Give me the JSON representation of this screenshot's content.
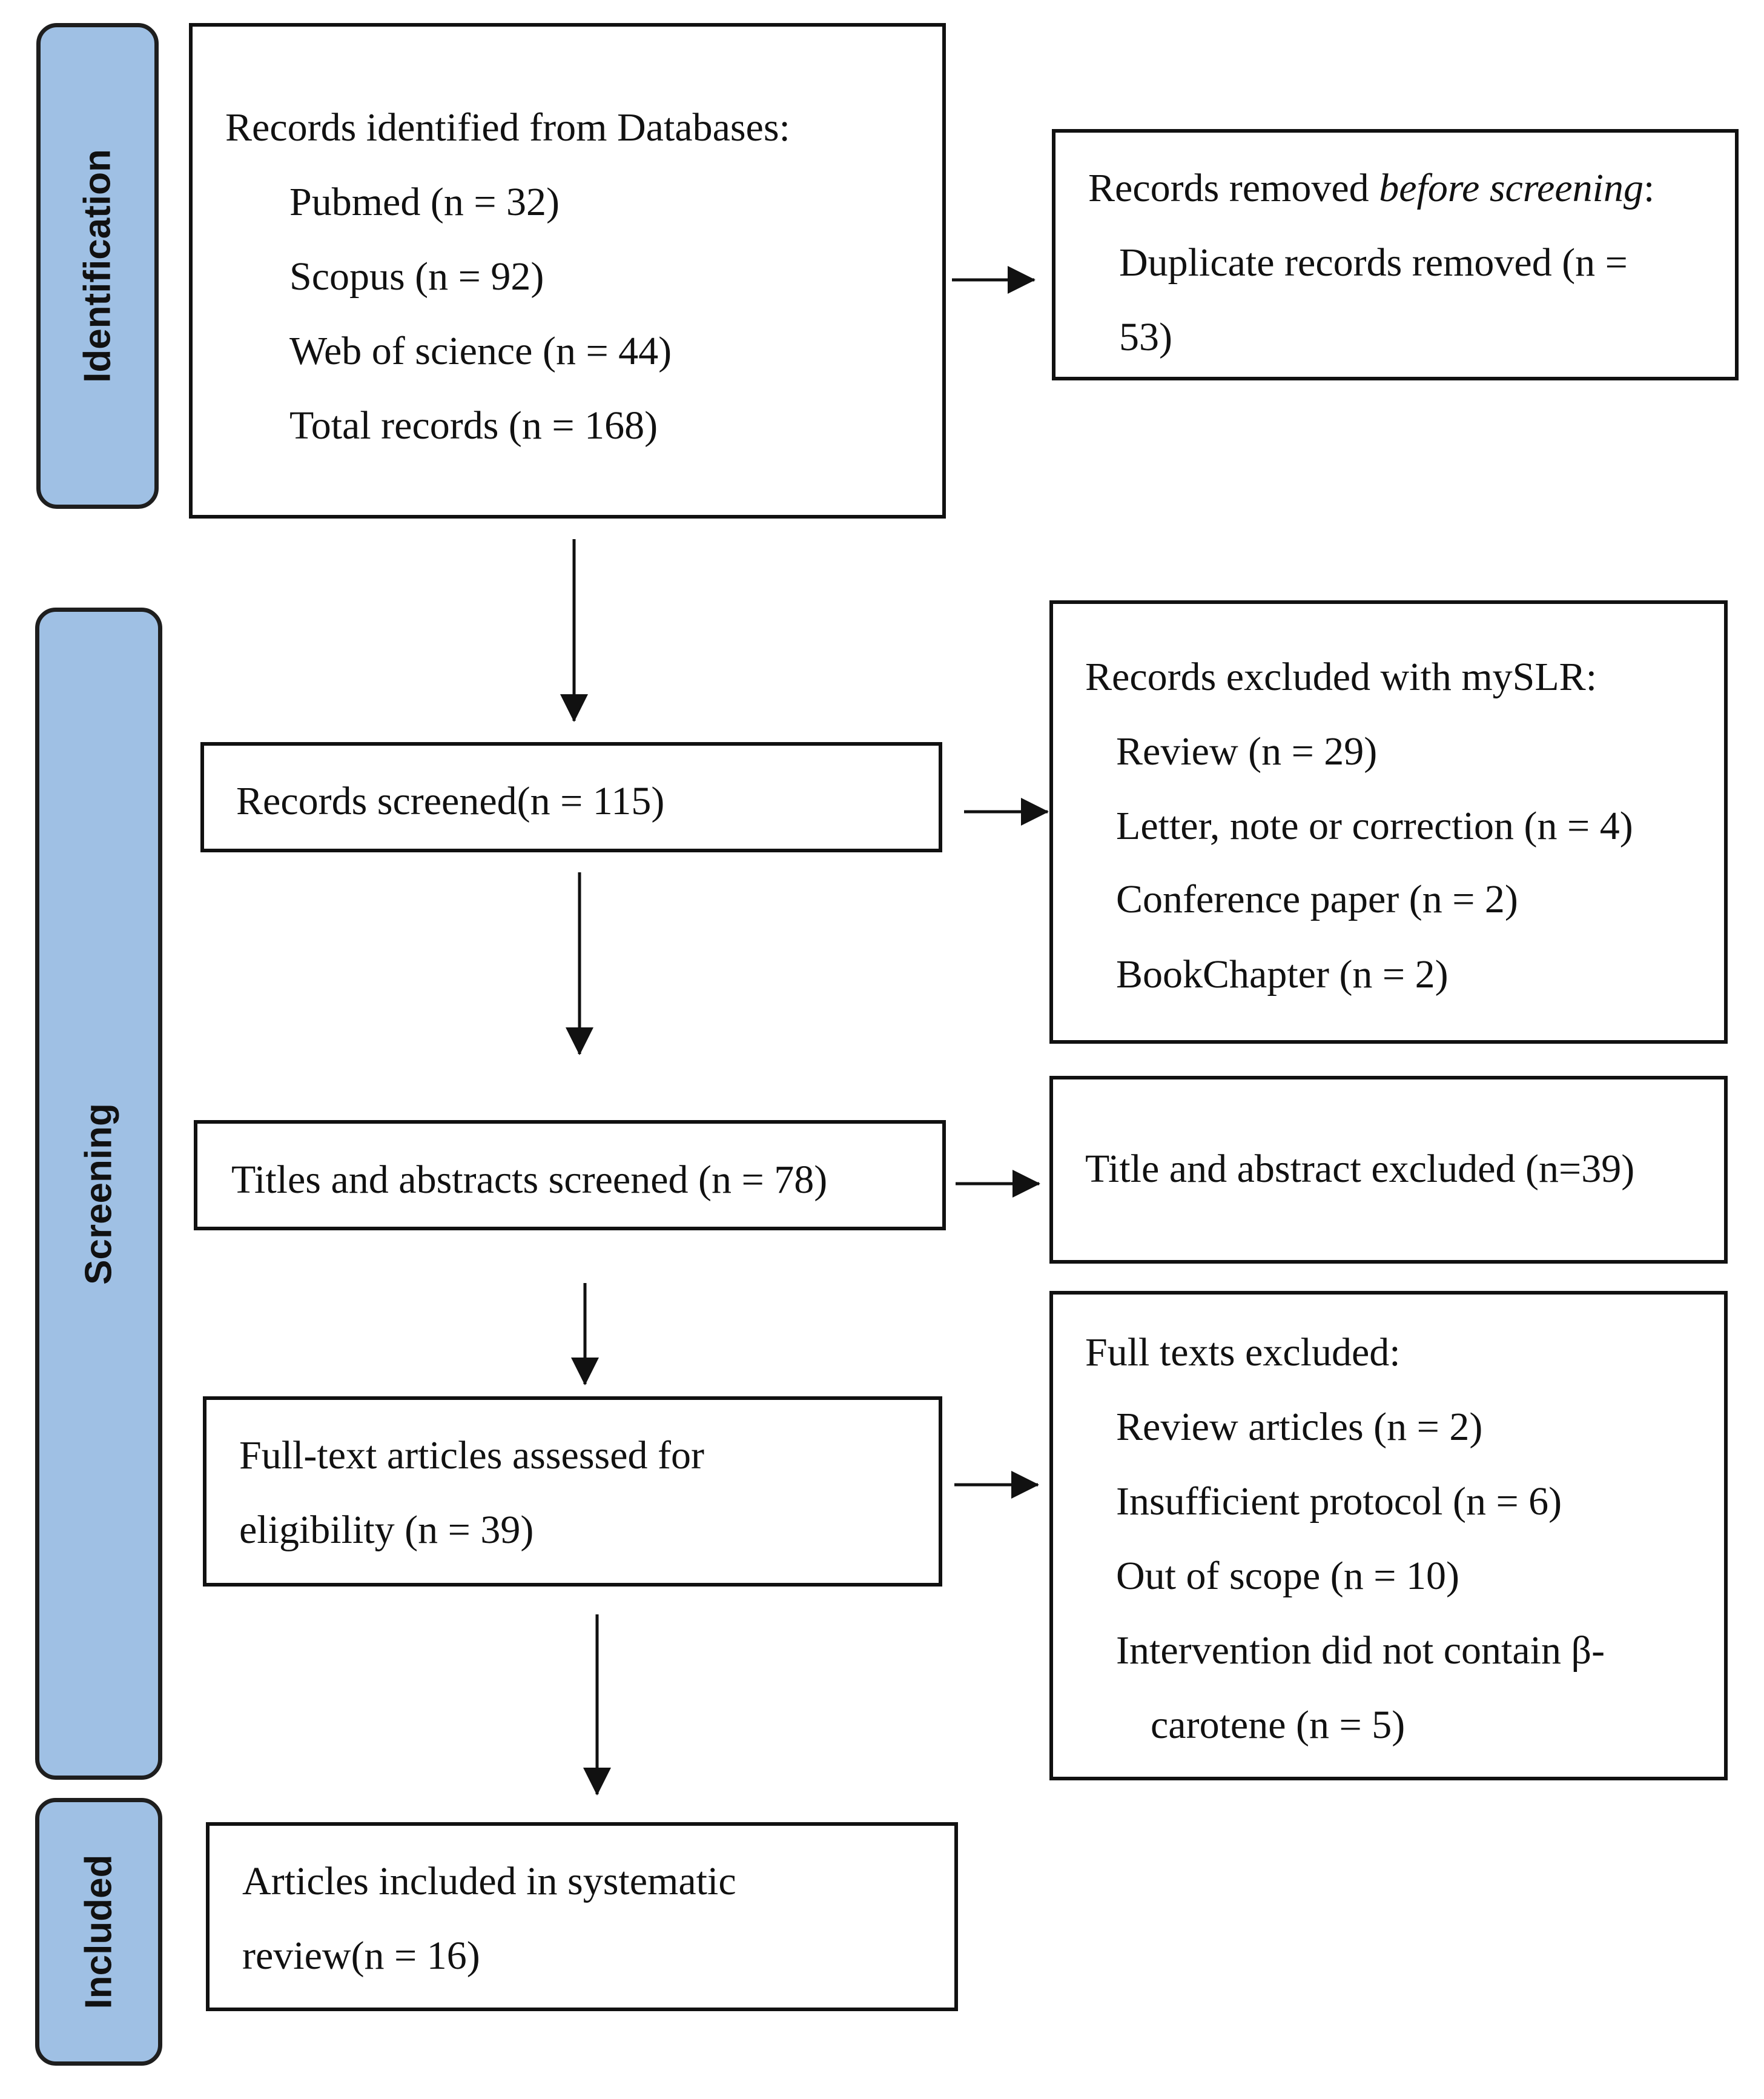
{
  "phases": {
    "identification": "Identification",
    "screening": "Screening",
    "included": "Included"
  },
  "identified": {
    "heading": "Records identified from Databases:",
    "pubmed": "Pubmed (n = 32)",
    "scopus": "Scopus (n = 92)",
    "wos": "Web of science (n = 44)",
    "total": "Total records (n = 168)"
  },
  "removed": {
    "heading_pre": "Records removed ",
    "heading_em": "before screening",
    "heading_post": ":",
    "line1": "Duplicate records removed (n =",
    "line2": "53)"
  },
  "screened": {
    "label": "Records screened(n = 115)"
  },
  "excluded_myslr": {
    "heading": "Records excluded with mySLR:",
    "review": "Review (n = 29)",
    "letter": "Letter, note or correction (n = 4)",
    "conference": "Conference paper (n = 2)",
    "bookchapter": "BookChapter (n = 2)"
  },
  "titles": {
    "label": "Titles and abstracts screened (n = 78)"
  },
  "titles_excluded": {
    "label": "Title and abstract excluded (n=39)"
  },
  "fulltext": {
    "line1": "Full-text articles assessed for",
    "line2": "eligibility (n = 39)"
  },
  "fulltext_excluded": {
    "heading": "Full texts excluded:",
    "review": "Review articles (n = 2)",
    "protocol": "Insufficient protocol (n = 6)",
    "scope": "Out of scope (n = 10)",
    "intervention1": "Intervention did not contain β-",
    "intervention2": "carotene (n = 5)"
  },
  "included": {
    "line1": "Articles included in systematic",
    "line2": "review(n = 16)"
  }
}
